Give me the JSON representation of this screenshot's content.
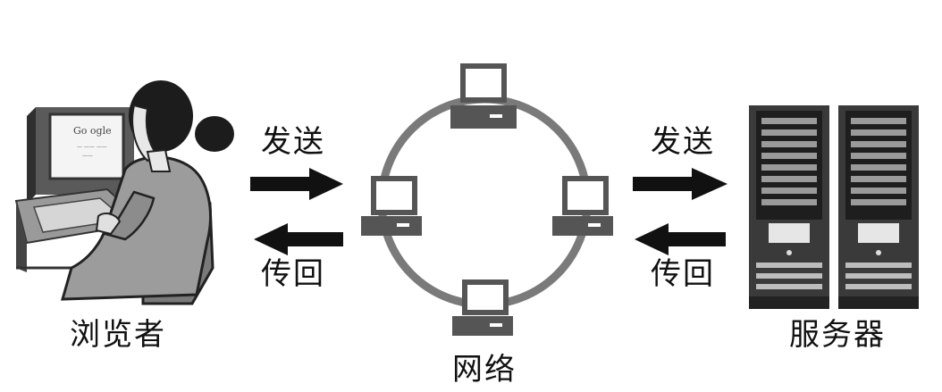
{
  "labels": {
    "viewer": "浏览者",
    "network": "网络",
    "server": "服务器",
    "send_left": "发送",
    "return_left": "传回",
    "send_right": "发送",
    "return_right": "传回"
  },
  "screen": {
    "search_logo": "Go ogle",
    "line1": "— —— ——",
    "line2": "——"
  },
  "icons": {
    "user": "woman-at-computer-icon",
    "node": "desktop-computer-icon",
    "server": "server-rack-icon",
    "arrow_right": "arrow-right-icon",
    "arrow_left": "arrow-left-icon"
  },
  "colors": {
    "ring": "#7a7a7a",
    "arrow": "#111111",
    "node_fill": "#555555",
    "server_fill": "#3a3a3a"
  }
}
